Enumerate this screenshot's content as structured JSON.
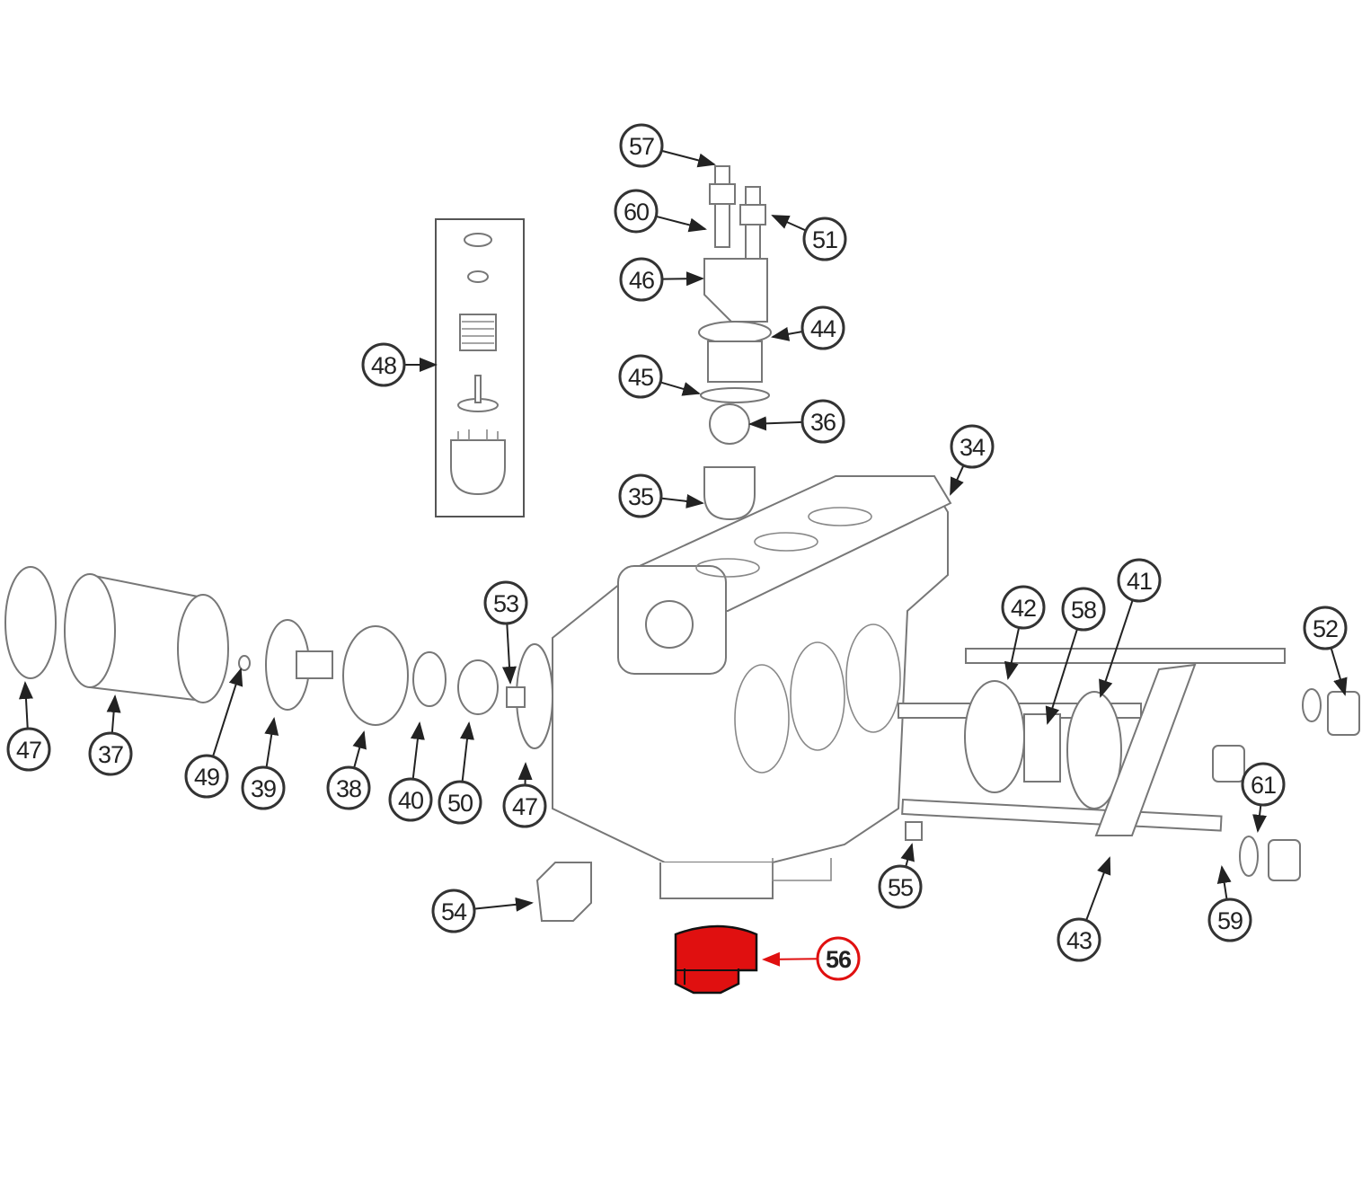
{
  "diagram": {
    "type": "exploded-parts-diagram",
    "highlight_color": "#e01010",
    "highlighted_part": "56",
    "callouts": [
      "57",
      "60",
      "51",
      "46",
      "44",
      "48",
      "45",
      "36",
      "34",
      "35",
      "53",
      "42",
      "58",
      "41",
      "52",
      "47",
      "37",
      "49",
      "39",
      "38",
      "40",
      "50",
      "47",
      "61",
      "55",
      "59",
      "43",
      "54",
      "56"
    ]
  }
}
